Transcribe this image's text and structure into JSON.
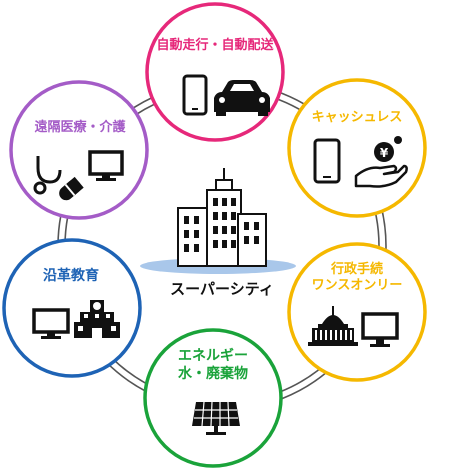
{
  "center": {
    "label": "スーパーシティ",
    "icon": "city-buildings-icon"
  },
  "nodes": [
    {
      "key": "autonomous",
      "label": [
        "自動走行・自動配送"
      ],
      "color": "#e6287a",
      "icons": [
        "smartphone-icon",
        "car-icon"
      ]
    },
    {
      "key": "cashless",
      "label": [
        "キャッシュレス"
      ],
      "color": "#f5b800",
      "icons": [
        "smartphone-icon",
        "yen-coin-hand-icon"
      ]
    },
    {
      "key": "admin",
      "label": [
        "行政手続",
        "ワンスオンリー"
      ],
      "color": "#f5b800",
      "icons": [
        "capitol-building-icon",
        "monitor-icon"
      ]
    },
    {
      "key": "energy",
      "label": [
        "エネルギー",
        "水・廃棄物"
      ],
      "color": "#1aa33a",
      "icons": [
        "solar-panel-icon"
      ]
    },
    {
      "key": "education",
      "label": [
        "沿革教育"
      ],
      "color": "#1e63b5",
      "icons": [
        "monitor-icon",
        "school-building-icon"
      ]
    },
    {
      "key": "medical",
      "label": [
        "遠隔医療・介護"
      ],
      "color": "#a45cc7",
      "icons": [
        "stethoscope-icon",
        "pill-icon",
        "monitor-icon"
      ]
    }
  ]
}
